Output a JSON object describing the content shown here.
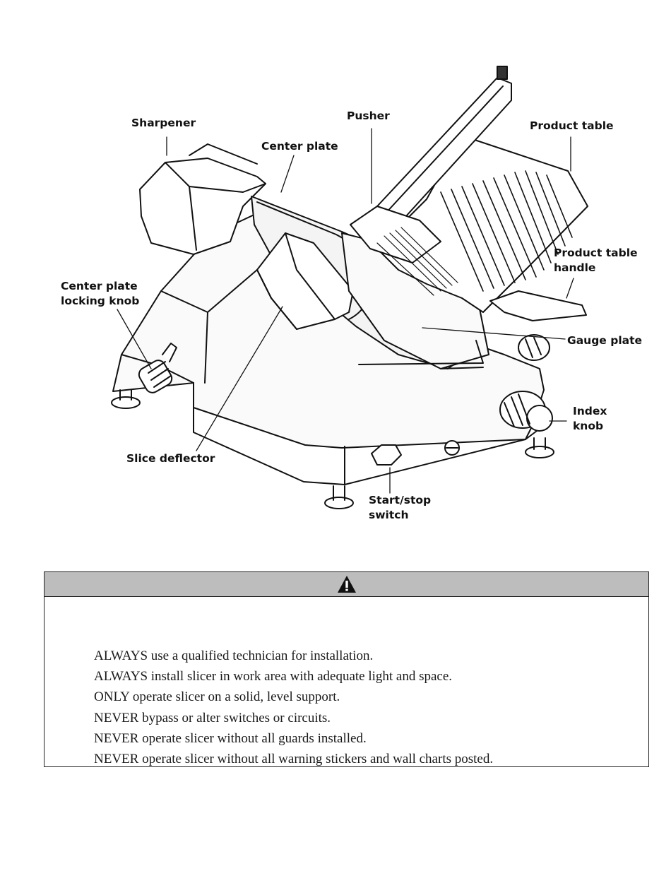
{
  "figure": {
    "labels": {
      "sharpener": "Sharpener",
      "center_plate": "Center plate",
      "pusher": "Pusher",
      "product_table": "Product table",
      "product_table_handle": "Product table\nhandle",
      "center_plate_locking_knob": "Center plate\nlocking knob",
      "gauge_plate": "Gauge plate",
      "index_knob": "Index\nknob",
      "slice_deflector": "Slice deflector",
      "start_stop_switch": "Start/stop\nswitch"
    }
  },
  "warning": {
    "icon": "warning-triangle-icon",
    "header_color": "#bdbdbd",
    "items": [
      "ALWAYS use a qualified technician for installation.",
      "ALWAYS install slicer in work area with adequate light and space.",
      "ONLY operate slicer on a solid, level support.",
      "NEVER bypass or alter switches or circuits.",
      "NEVER operate slicer without all guards installed.",
      "NEVER operate slicer without all warning stickers and wall charts posted."
    ]
  }
}
